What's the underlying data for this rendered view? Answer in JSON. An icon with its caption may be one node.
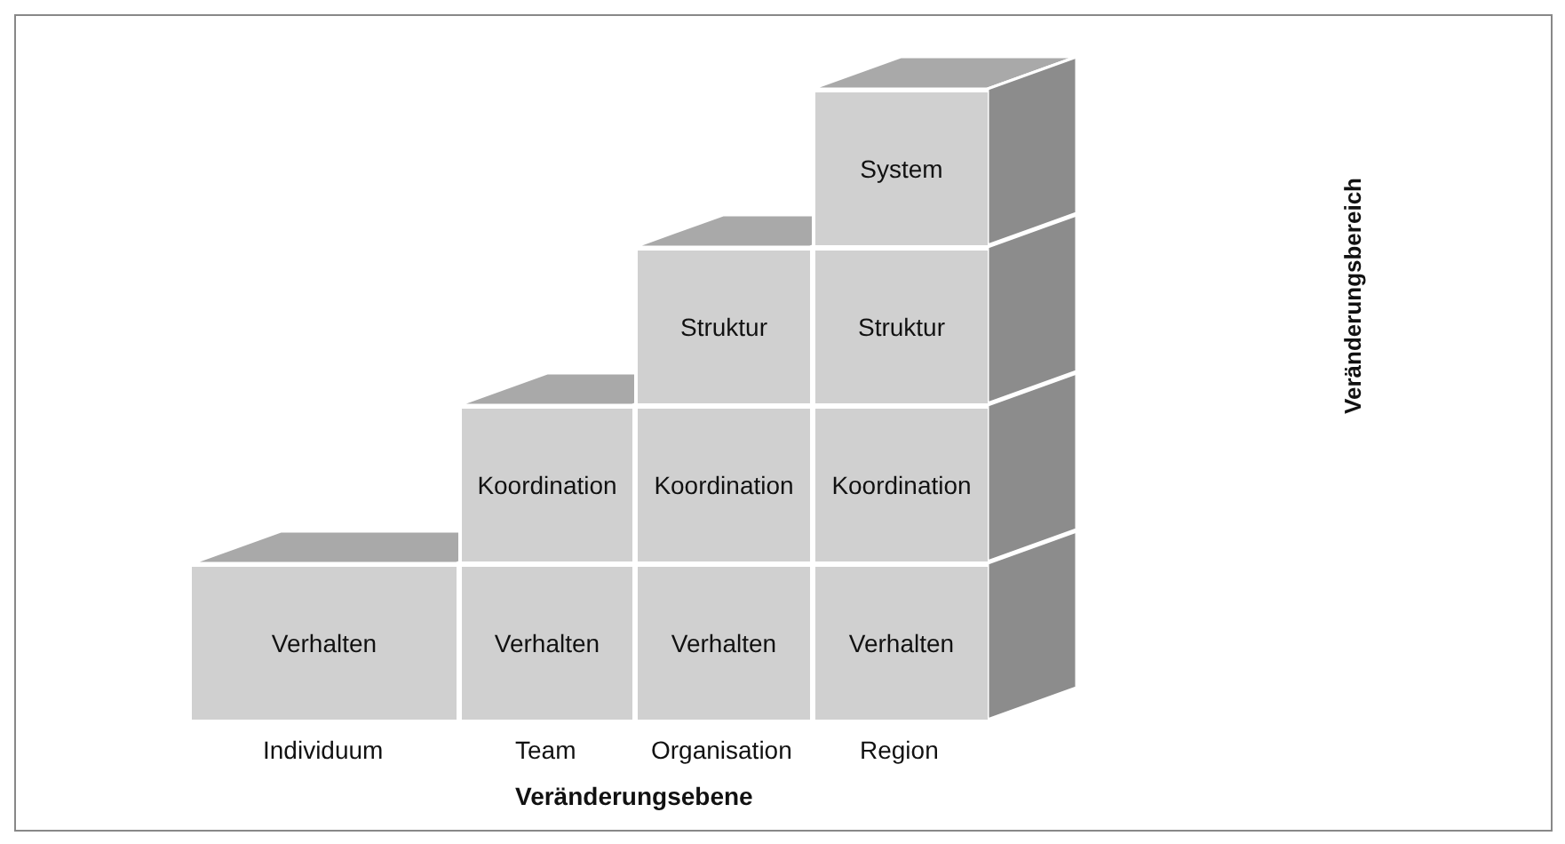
{
  "diagram": {
    "nodes": [
      {
        "text": [
          "System"
        ]
      },
      {
        "text": [
          "Struktur"
        ]
      },
      {
        "text": [
          "Struktur"
        ]
      },
      {
        "text": [
          "Koordination"
        ]
      },
      {
        "text": [
          "Koordination"
        ]
      },
      {
        "text": [
          "Koordination"
        ]
      },
      {
        "text": [
          "Verhalten"
        ]
      },
      {
        "text": [
          "Verhalten"
        ]
      },
      {
        "text": [
          "Verhalten"
        ]
      },
      {
        "text": [
          "Verhalten"
        ]
      }
    ],
    "labels": [
      "Veränderungsbereich",
      "Individuum",
      "Team",
      "Organisation",
      "Region",
      "Veränderungsebene"
    ]
  }
}
